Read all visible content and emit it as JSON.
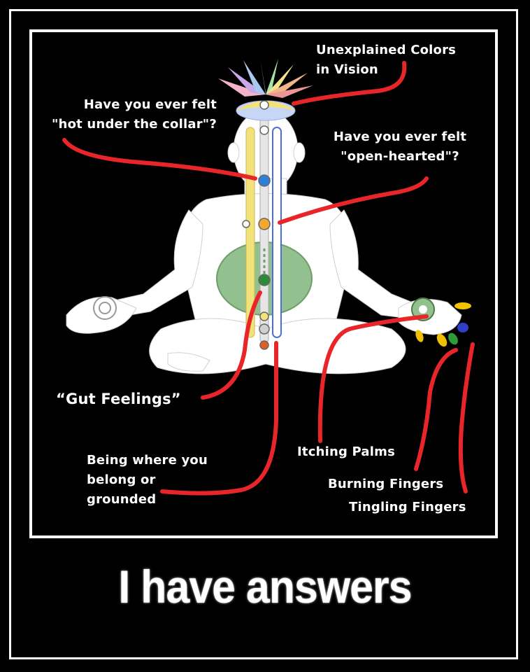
{
  "labels": {
    "unexplained_colors": "Unexplained Colors\nin Vision",
    "hot_under_collar": "Have you ever felt\n\"hot under the collar\"?",
    "open_hearted": "Have you ever felt\n\"open-hearted\"?",
    "gut_feelings": "“Gut Feelings”",
    "being_where": "Being where you\nbelong or\ngrounded",
    "itching_palms": "Itching Palms",
    "burning_fingers": "Burning Fingers",
    "tingling_fingers": "Tingling Fingers"
  },
  "caption": "I have answers",
  "colors": {
    "background": "#000000",
    "frame": "#ffffff",
    "pointer_lines": "#e8262a",
    "belly_circle": "#93c08f",
    "channel_yellow": "#f2e27a",
    "channel_blue": "#4a6fd8"
  }
}
